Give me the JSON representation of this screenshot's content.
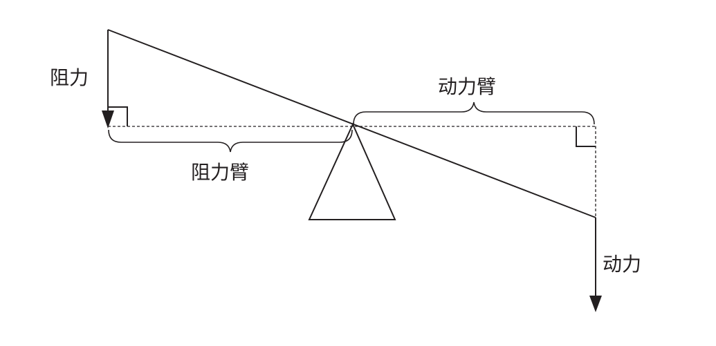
{
  "labels": {
    "resistance_force": "阻力",
    "resistance_arm": "阻力臂",
    "effort_arm": "动力臂",
    "effort_force": "动力"
  },
  "colors": {
    "ink": "#231f20",
    "background": "#ffffff"
  }
}
